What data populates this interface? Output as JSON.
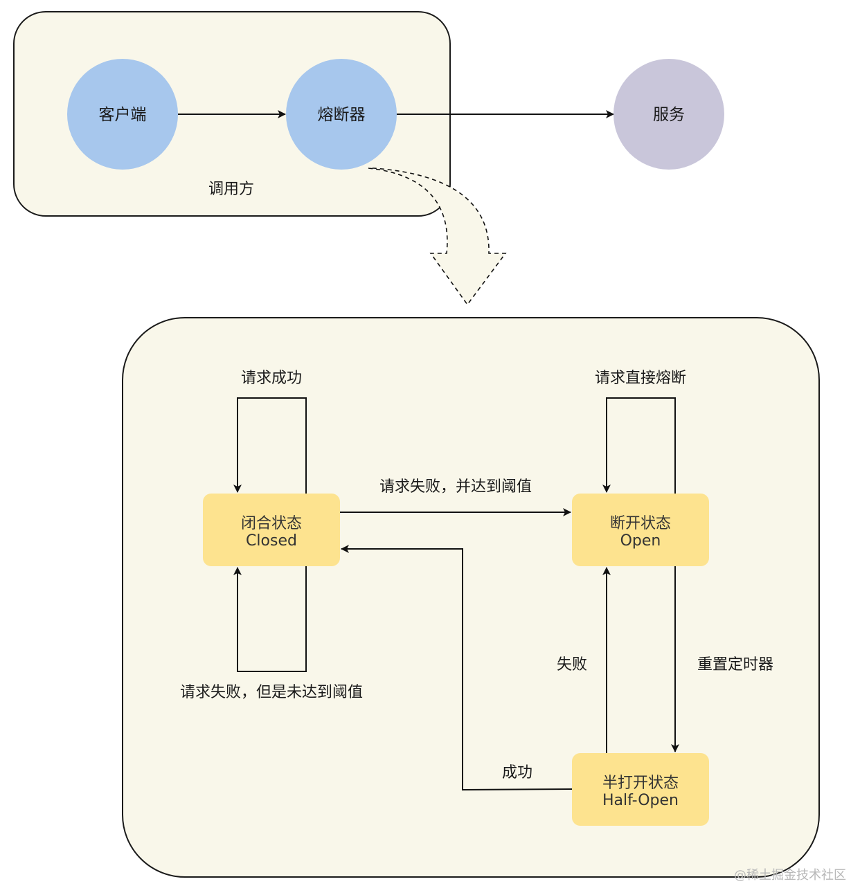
{
  "colors": {
    "container_fill": "#f9f7ea",
    "container_stroke": "#1a1a1a",
    "circle_blue": "#a7c7ed",
    "circle_gray": "#c9c6da",
    "state_fill": "#fde38f",
    "line": "#111111"
  },
  "top": {
    "caller_label": "调用方",
    "nodes": {
      "client": "客户端",
      "breaker": "熔断器",
      "service": "服务"
    }
  },
  "states": {
    "closed": {
      "line1": "闭合状态",
      "line2": "Closed"
    },
    "open": {
      "line1": "断开状态",
      "line2": "Open"
    },
    "half_open": {
      "line1": "半打开状态",
      "line2": "Half-Open"
    }
  },
  "edges": {
    "closed_self_top": "请求成功",
    "closed_self_bottom": "请求失败，但是未达到阈值",
    "closed_to_open": "请求失败，并达到阈值",
    "open_self_top": "请求直接熔断",
    "open_to_half": "重置定时器",
    "half_to_open": "失败",
    "half_to_closed": "成功"
  },
  "watermark": "@稀土掘金技术社区"
}
